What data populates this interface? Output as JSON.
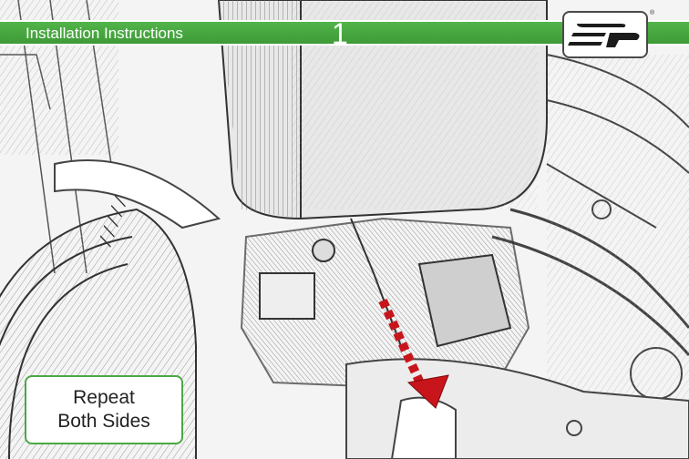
{
  "header": {
    "title": "Installation Instructions",
    "step": "1"
  },
  "logo": {
    "registered_mark": "®",
    "icon": "ep-logo-icon"
  },
  "callout": {
    "line1": "Repeat",
    "line2": "Both Sides"
  },
  "colors": {
    "header_green": "#4aa844",
    "callout_border": "#4aa844",
    "arrow_red": "#c8151b"
  }
}
